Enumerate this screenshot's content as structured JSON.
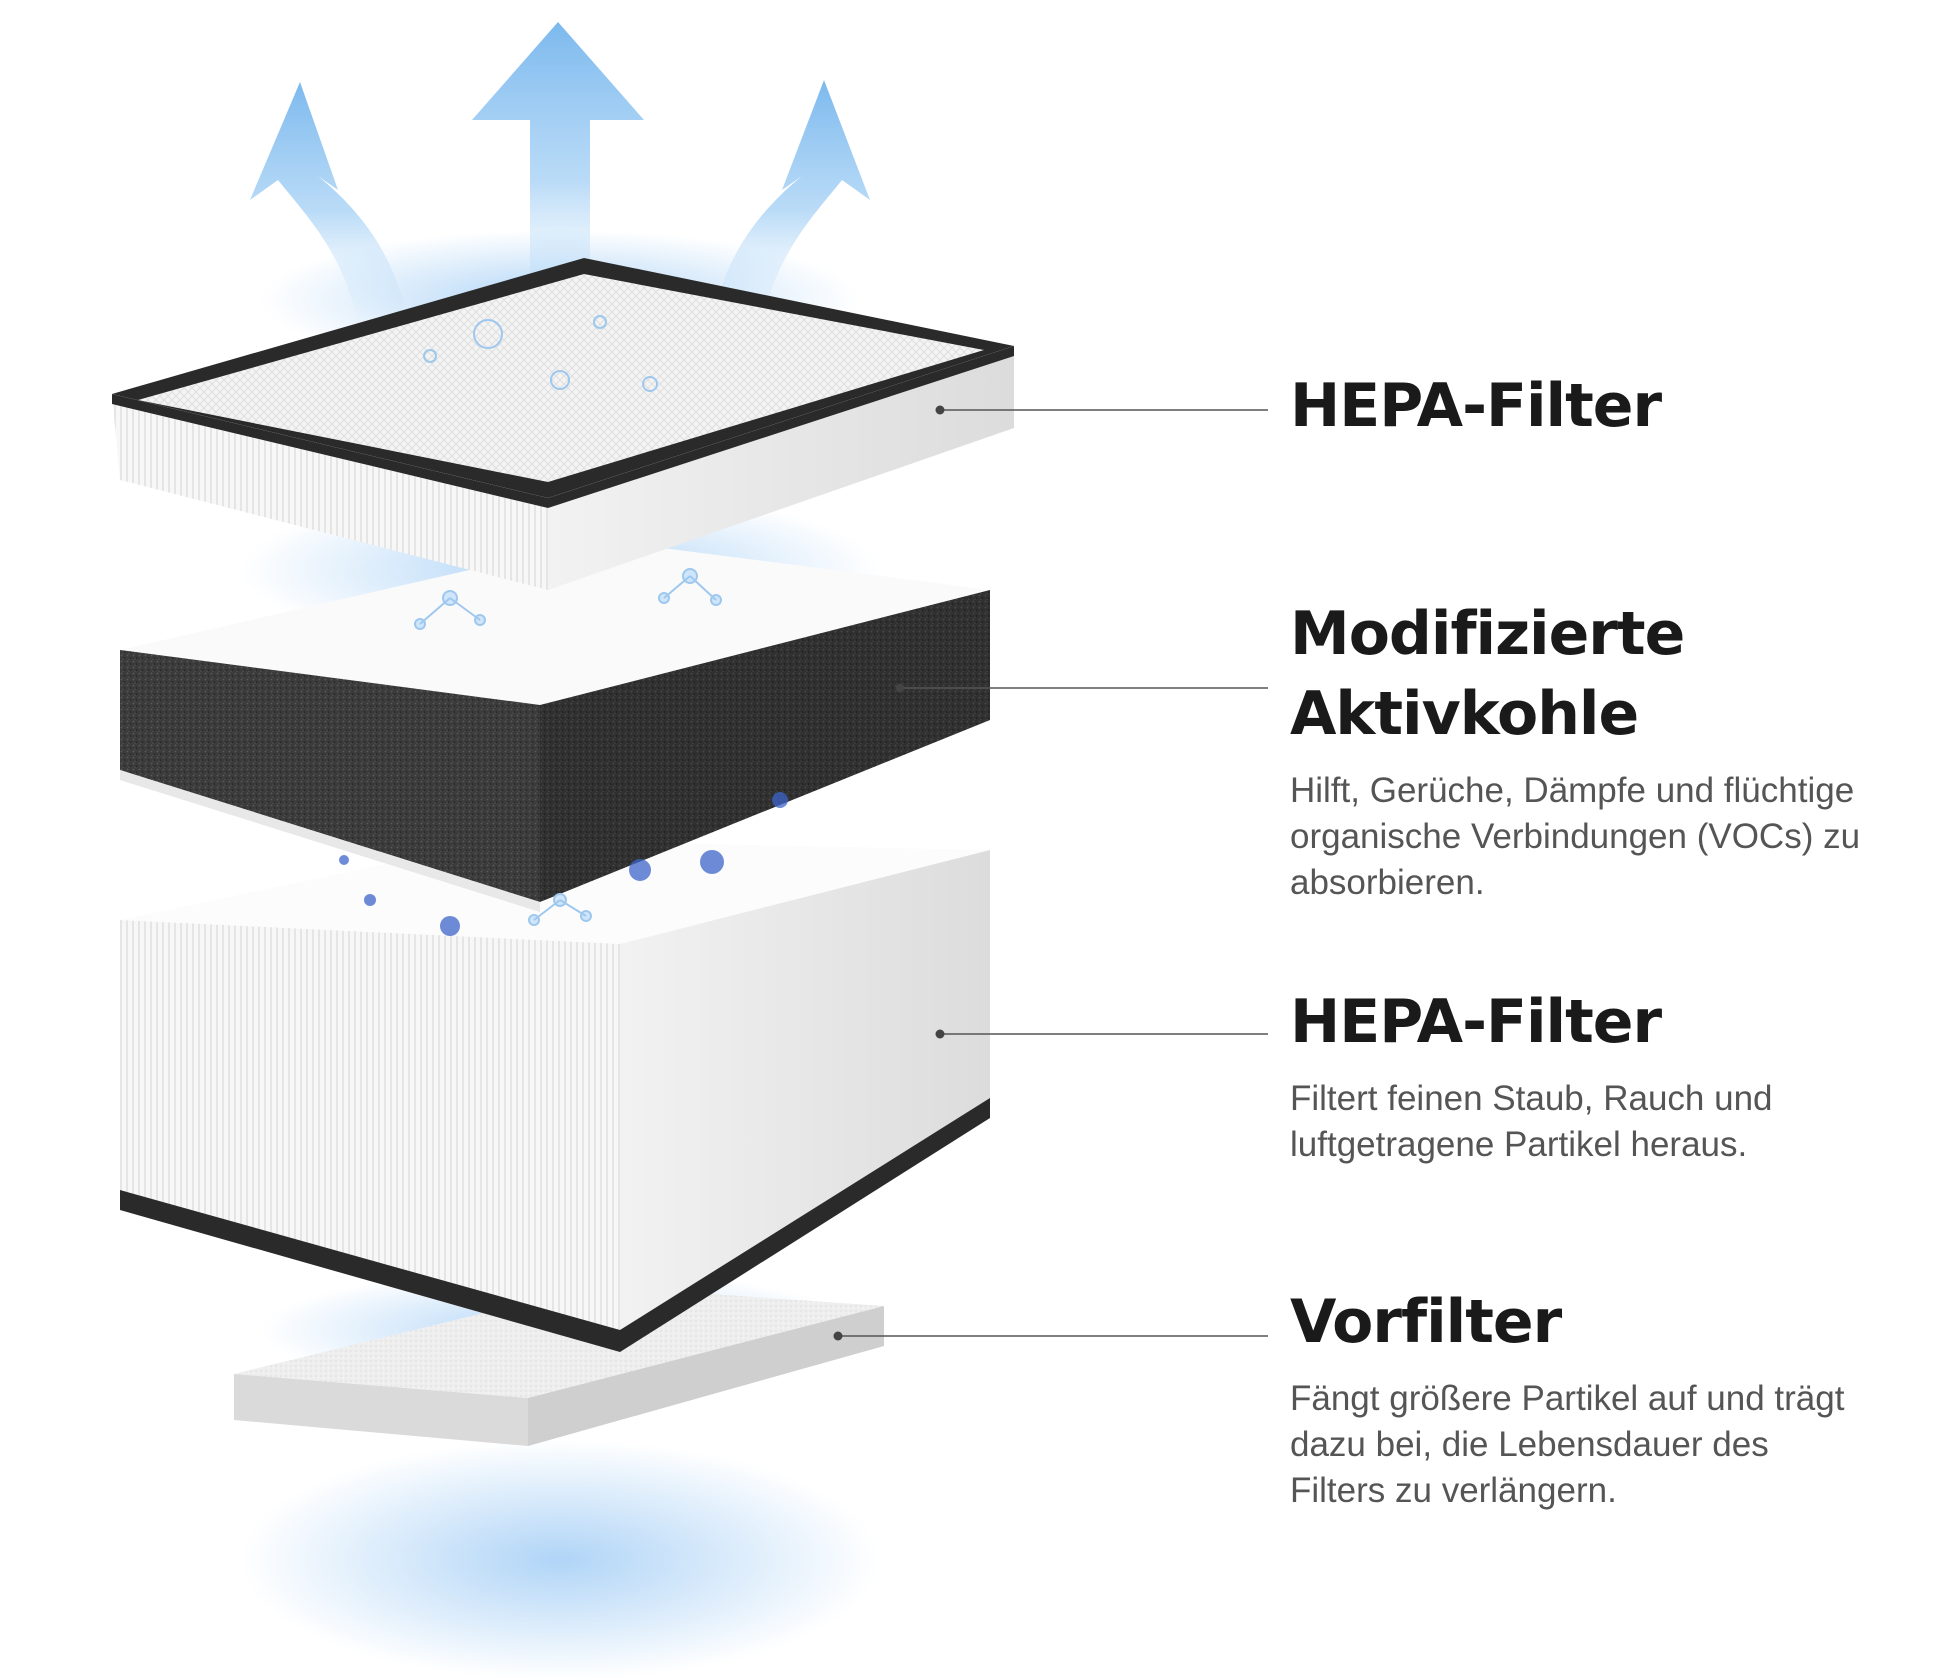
{
  "layers": [
    {
      "title": "HEPA-Filter",
      "description": ""
    },
    {
      "title": "Modifizierte Aktivkohle",
      "description": "Hilft, Gerüche, Dämpfe und flüchtige organische Verbindungen (VOCs) zu absorbieren."
    },
    {
      "title": "HEPA-Filter",
      "description": "Filtert feinen Staub, Rauch und luftgetragene Partikel heraus."
    },
    {
      "title": "Vorfilter",
      "description": "Fängt größere Partikel auf und trägt dazu bei, die Lebensdauer des Filters zu verlängern."
    }
  ],
  "colors": {
    "airflow": "#8cc4f2",
    "frame": "#2a2a2a",
    "carbon": "#3a3a3a",
    "text": "#1a1a1a",
    "description": "#555555",
    "leader": "#555555"
  },
  "icons": [
    "airflow-arrow-icon",
    "molecule-icon",
    "bacteria-icon",
    "water-droplet-icon"
  ]
}
